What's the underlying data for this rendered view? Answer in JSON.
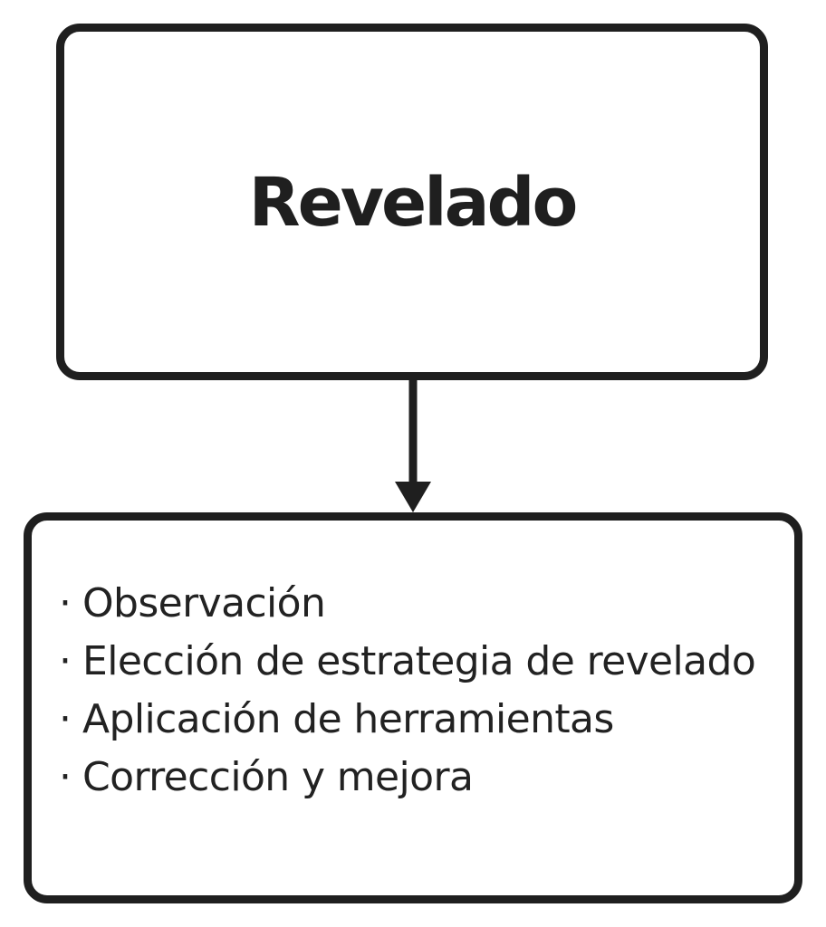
{
  "top_node": {
    "title": "Revelado"
  },
  "bottom_node": {
    "bullet": "·",
    "items": [
      "Observación",
      "Elección de estrategia de revelado",
      "Aplicación de herramientas",
      "Corrección y mejora"
    ]
  },
  "colors": {
    "stroke": "#1f1f1f",
    "text": "#222222",
    "background": "#ffffff"
  }
}
